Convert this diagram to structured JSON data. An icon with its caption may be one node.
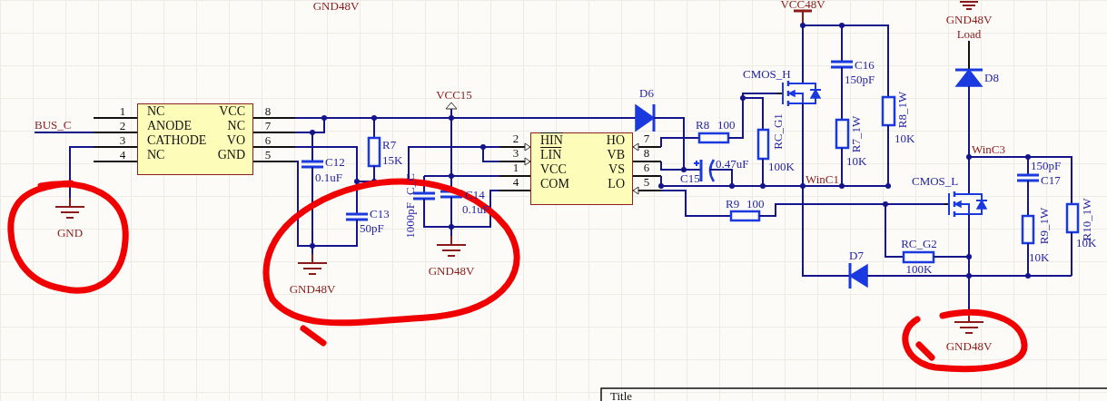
{
  "diagram": {
    "nodes": [
      {
        "text": [
          "NC",
          "VCC",
          "ANODE",
          "NC",
          "CATHODE",
          "VO",
          "NC",
          "GND"
        ]
      },
      {
        "text": [
          "HIN",
          "HO",
          "LIN",
          "VB",
          "VCC",
          "VS",
          "COM",
          "LO"
        ]
      }
    ],
    "labels": [
      "GND48V",
      "BUS_C",
      "1",
      "2",
      "3",
      "4",
      "8",
      "7",
      "6",
      "5",
      "C12",
      "0.1uF",
      "R7",
      "15K",
      "VCC15",
      "D6",
      "C_C",
      "1000pF",
      "C14",
      "0.1uF",
      "GND",
      "C13",
      "50pF",
      "GND48V",
      "GND48V",
      "2",
      "3",
      "1",
      "4",
      "7",
      "8",
      "6",
      "5",
      "CMOS_H",
      "VCC48V",
      "C16",
      "150pF",
      "R8",
      "100",
      "RC_G1",
      "100K",
      "R7_1W",
      "10K",
      "R8_1W",
      "10K",
      "C15",
      "0.47uF",
      "WinC1",
      "R9",
      "100",
      "D7",
      "RC_G2",
      "100K",
      "GND48V",
      "Load",
      "D8",
      "WinC3",
      "CMOS_L",
      "150pF",
      "C17",
      "R9_1W",
      "10K",
      "R10_1W",
      "10K",
      "GND48V",
      "Title"
    ]
  }
}
